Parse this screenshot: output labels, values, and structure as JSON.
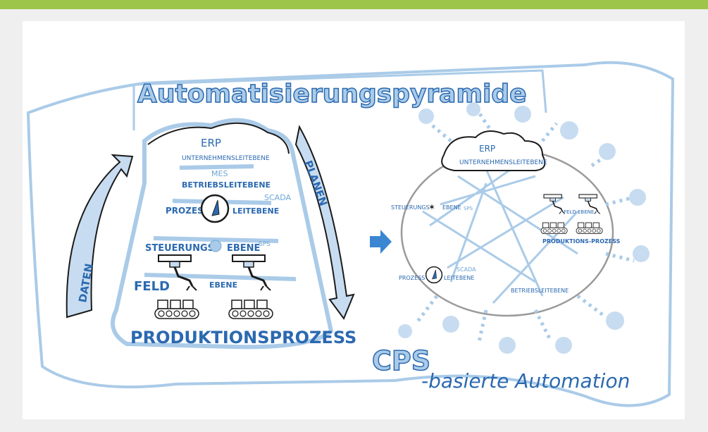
{
  "colors": {
    "accent_bar": "#9cc54a",
    "light_blue": "#aacbe8",
    "mid_blue": "#6fa6d6",
    "dark_blue": "#2b69b0",
    "ink": "#1b1b1b",
    "grey": "#9a9a9a",
    "background": "#efefef",
    "panel": "#ffffff"
  },
  "banner": {
    "title": "Automatisierungspyramide"
  },
  "pyramid": {
    "erp": "ERP",
    "unternehmensleitebene": "UNTERNEHMENSLEITEBENE",
    "mes": "MES",
    "betriebsleitebene": "BETRIEBSLEITEBENE",
    "prozess": "PROZESS",
    "leitebene": "LEITEBENE",
    "scada": "SCADA",
    "sps": "SPS",
    "steuerungs": "STEUERUNGS",
    "ebene": "EBENE",
    "feld": "FELD",
    "feld_ebene": "EBENE",
    "produktionsprozess": "PRODUKTIONSPROZESS",
    "daten_arrow": "DATEN",
    "planen_arrow": "PLANEN"
  },
  "cps": {
    "erp": "ERP",
    "unternehmensleitebene": "UNTERNEHMENSLEITEBENE",
    "steuerungs": "STEUERUNGS",
    "ebene": "EBENE",
    "sps": "SPS",
    "feld_ebene": "FELD EBENE",
    "produktions_prozess": "PRODUKTIONS-PROZESS",
    "prozess": "PROZESS",
    "leitebene": "LEITEBENE",
    "scada": "SCADA",
    "betriebsleitebene": "BETRIEBSLEITEBENE",
    "cps_big": "CPS",
    "cps_tail": "-basierte Automation"
  },
  "icons": [
    "transition-arrow-icon",
    "compass-icon",
    "robot-arm-icon",
    "conveyor-belt-icon",
    "cloud-icon",
    "star-node-icon"
  ]
}
